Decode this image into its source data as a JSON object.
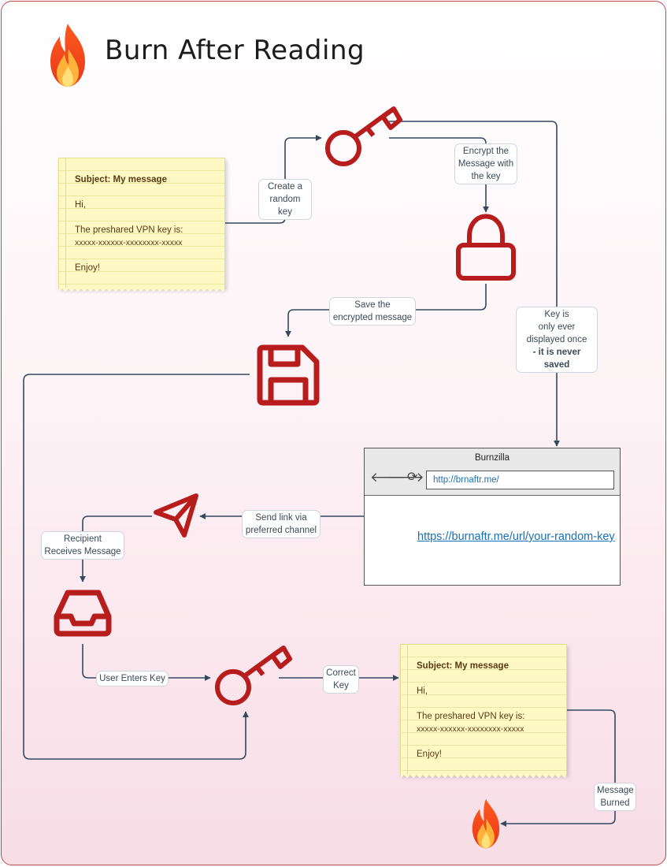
{
  "title": "Burn After Reading",
  "colors": {
    "accent": "#b81d1d",
    "connector": "#34495e",
    "note": "#fdf8c4"
  },
  "icons": [
    "flame-icon",
    "key-icon",
    "lock-icon",
    "floppy-disk-icon",
    "paper-plane-icon",
    "inbox-tray-icon"
  ],
  "labels": {
    "create_key": [
      "Create a",
      "random key"
    ],
    "encrypt": [
      "Encrypt the",
      "Message with",
      "the key"
    ],
    "save": [
      "Save the",
      "encrypted message"
    ],
    "key_once": [
      "Key is",
      "only ever",
      "displayed once"
    ],
    "key_never_saved": "- it is never saved",
    "send_link": [
      "Send link via",
      "preferred channel"
    ],
    "recipient": [
      "Recipient",
      "Receives Message"
    ],
    "user_enters_key": "User Enters Key",
    "correct_key": [
      "Correct",
      "Key"
    ],
    "message_burned": [
      "Message",
      "Burned"
    ]
  },
  "note": {
    "subject": "Subject: My message",
    "greeting": "Hi,",
    "body": "The preshared VPN key is:",
    "key": "xxxxx-xxxxxx-xxxxxxxx-xxxxx",
    "closing": "Enjoy!"
  },
  "browser": {
    "title": "Burnzilla",
    "address": "http://brnaftr.me/",
    "link": "https://burnaftr.me/url/your-random-key"
  }
}
